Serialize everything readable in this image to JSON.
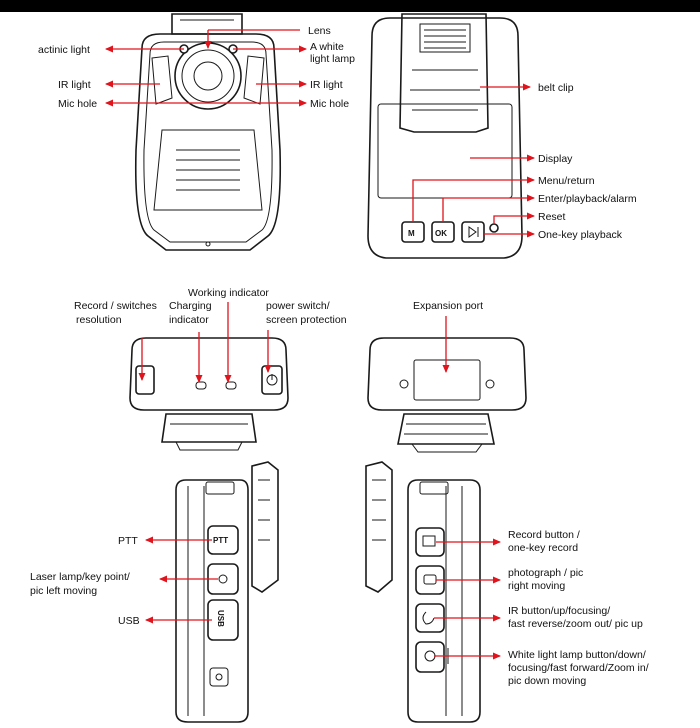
{
  "labels": {
    "lens": "Lens",
    "actinic_light": "actinic light",
    "white_light_lamp_1": "A white",
    "white_light_lamp_2": "light lamp",
    "ir_light_left": "IR light",
    "ir_light_right": "IR light",
    "mic_hole_left": "Mic hole",
    "mic_hole_right": "Mic hole",
    "belt_clip": "belt clip",
    "display": "Display",
    "menu_return": "Menu/return",
    "enter_playback_alarm": "Enter/playback/alarm",
    "reset": "Reset",
    "one_key_playback": "One-key playback",
    "record_switches_1": "Record / switches",
    "record_switches_2": "resolution",
    "charging_indicator_1": "Charging",
    "charging_indicator_2": "indicator",
    "working_indicator": "Working indicator",
    "power_switch_1": "power switch/",
    "power_switch_2": "screen protection",
    "expansion_port": "Expansion port",
    "ptt": "PTT",
    "laser_lamp_1": "Laser lamp/key point/",
    "laser_lamp_2": "pic left moving",
    "usb": "USB",
    "record_button_1": "Record button /",
    "record_button_2": "one-key record",
    "photograph_1": "photograph / pic",
    "photograph_2": "right moving",
    "ir_button_1": "IR button/up/focusing/",
    "ir_button_2": "fast reverse/zoom out/ pic up",
    "white_light_button_1": "White light lamp button/down/",
    "white_light_button_2": "focusing/fast forward/Zoom in/",
    "white_light_button_3": "pic down moving"
  },
  "button_glyphs": {
    "menu": "M",
    "ok": "OK",
    "ptt": "PTT",
    "usb": "USB"
  },
  "colors": {
    "arrow": "#e0141c",
    "outline": "#1a1a1a"
  }
}
